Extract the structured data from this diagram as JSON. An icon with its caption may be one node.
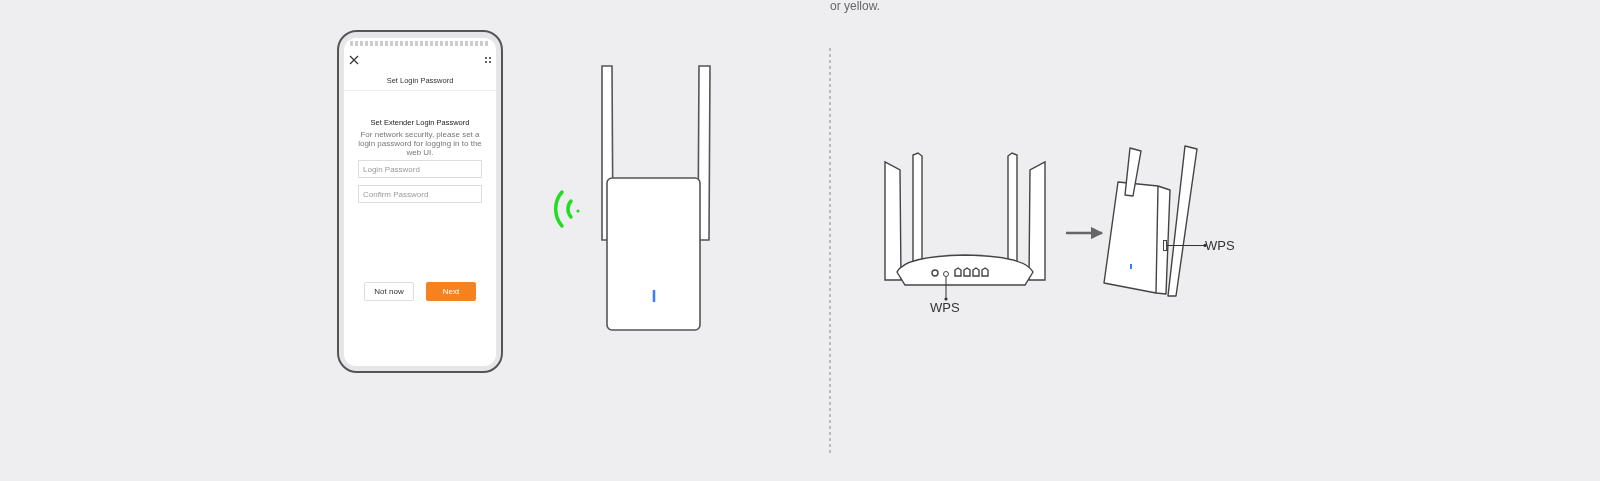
{
  "diagram": {
    "nodes": [
      {
        "text": [],
        "shape": "picture"
      },
      {
        "text": [],
        "shape": "picture"
      },
      {
        "text": [
          "WPS"
        ]
      },
      {
        "text": [],
        "shape": "circle",
        "in": 0
      },
      {
        "text": [
          "WPS"
        ]
      },
      {
        "text": [],
        "shape": "box",
        "in": 1
      }
    ],
    "edges": [
      {
        "from": 0,
        "to": 1,
        "arrow": "to"
      },
      {
        "from": 2,
        "to": 3,
        "arrow": "other"
      },
      {
        "from": 4,
        "to": 5,
        "arrow": "other"
      }
    ],
    "labels": [
      "or yellow.",
      "Set Login Password",
      "Set Extender Login Password",
      "For network security, please set a login password for logging in to the web UI.",
      "Login Password",
      "Confirm Password",
      "Not now",
      "Next"
    ]
  }
}
